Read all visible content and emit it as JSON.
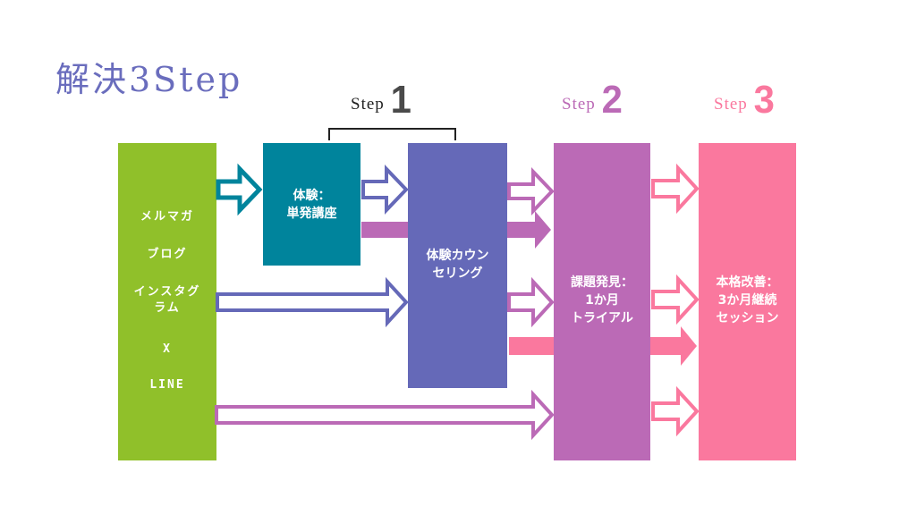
{
  "title": "解決3Step",
  "colors": {
    "title": "#6a6dbd",
    "green": "#90c02a",
    "teal": "#00849c",
    "indigo": "#6569b8",
    "purple": "#bb6ab6",
    "pink": "#fa789e",
    "step1": "#4a4a4a"
  },
  "steps": [
    {
      "word": "Step",
      "number": "1"
    },
    {
      "word": "Step",
      "number": "2"
    },
    {
      "word": "Step",
      "number": "3"
    }
  ],
  "sources": {
    "items": [
      "メルマガ",
      "ブログ",
      "インスタグ\nラム",
      "X",
      "LINE"
    ]
  },
  "boxes": {
    "trial_lecture": "体験：\n単発講座",
    "counseling": "体験カウン\nセリング",
    "trial_month": "課題発見：\n1か月\nトライアル",
    "main_session": "本格改善：\n3か月継続\nセッション"
  }
}
